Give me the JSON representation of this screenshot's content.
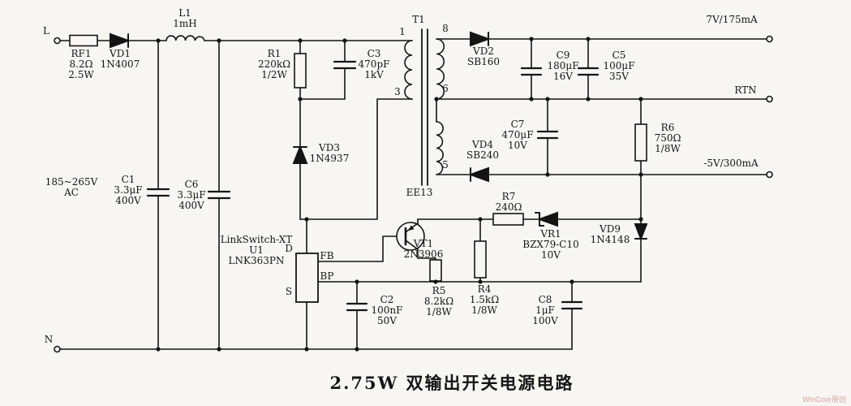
{
  "title": "2.75W 双输出开关电源电路",
  "watermark": "WinGoor原创",
  "terminals": {
    "live": "L",
    "neutral": "N",
    "input_voltage": "185~265V\nAC",
    "output_7v": "7V/175mA",
    "output_rtn": "RTN",
    "output_neg5v": "-5V/300mA"
  },
  "transformer": {
    "label": "T1",
    "core": "EE13",
    "pins": {
      "p1": "1",
      "p3": "3",
      "p8": "8",
      "p6": "6",
      "p5": "5"
    }
  },
  "ic": {
    "label": "LinkSwitch-XT\nU1\nLNK363PN",
    "pins": {
      "drain": "D",
      "feedback": "FB",
      "bypass": "BP",
      "source": "S"
    }
  },
  "components": {
    "RF1": "RF1\n8.2Ω\n2.5W",
    "VD1": "VD1\n1N4007",
    "L1": "L1\n1mH",
    "R1": "R1\n220kΩ\n1/2W",
    "C3": "C3\n470pF\n1kV",
    "VD2": "VD2\nSB160",
    "C9": "C9\n180μF\n16V",
    "C5": "C5\n100μF\n35V",
    "C7": "C7\n470μF\n10V",
    "VD4": "VD4\nSB240",
    "R6": "R6\n750Ω\n1/8W",
    "VD3": "VD3\n1N4937",
    "C1": "C1\n3.3μF\n400V",
    "C6": "C6\n3.3μF\n400V",
    "VT1": "VT1\n2N3906",
    "R7": "R7\n240Ω",
    "VR1": "VR1\nBZX79-C10\n10V",
    "VD9": "VD9\n1N4148",
    "R5": "R5\n8.2kΩ\n1/8W",
    "R4": "R4\n1.5kΩ\n1/8W",
    "C2": "C2\n100nF\n50V",
    "C8": "C8\n1μF\n100V"
  }
}
